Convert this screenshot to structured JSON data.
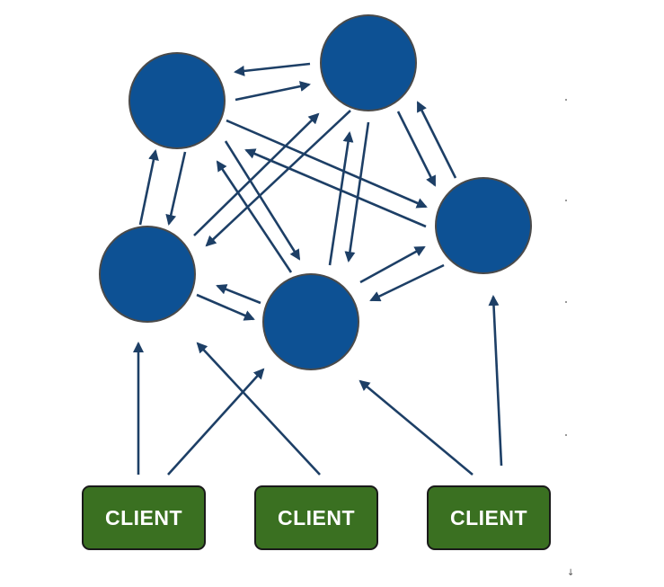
{
  "diagram": {
    "clients": [
      {
        "label": "CLIENT"
      },
      {
        "label": "CLIENT"
      },
      {
        "label": "CLIENT"
      }
    ],
    "colors": {
      "node_fill": "#0d5194",
      "node_stroke": "#4a4a4a",
      "arrow": "#1d3f66",
      "client_fill": "#3a7021",
      "client_text": "#ffffff"
    },
    "corner_mark": "↓"
  }
}
